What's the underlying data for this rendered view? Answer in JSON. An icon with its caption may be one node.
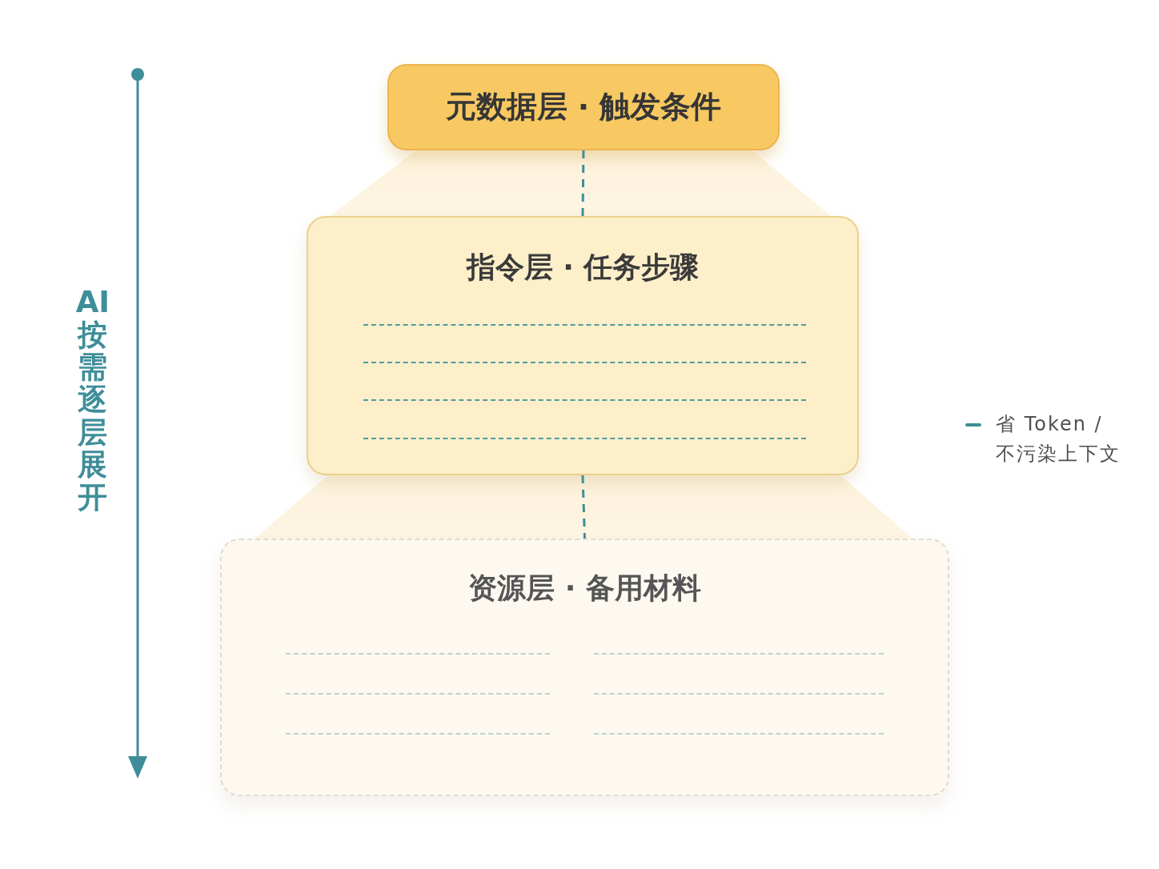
{
  "diagram": {
    "nodes": [
      {
        "text": [
          "元数据层 · 触发条件"
        ]
      },
      {
        "text": [
          "指令层 · 任务步骤"
        ]
      },
      {
        "text": [
          "资源层 · 备用材料"
        ]
      }
    ],
    "edges": [
      {
        "from": 0,
        "to": 1,
        "arrow": "none",
        "style": "dashed"
      },
      {
        "from": 1,
        "to": 2,
        "arrow": "none",
        "style": "dashed"
      }
    ],
    "labels": [
      "AI按需逐层展开"
    ],
    "legend": [
      {
        "text": "省 Token / 不污染上下文"
      }
    ]
  }
}
